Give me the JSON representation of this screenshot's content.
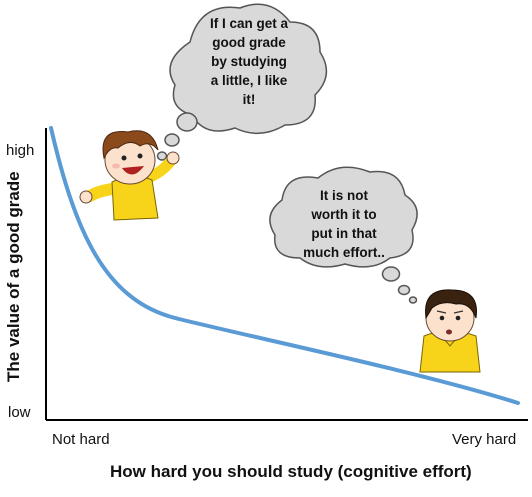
{
  "diagram": {
    "y_axis_title": "The value of a good grade",
    "x_axis_title": "How hard you should study (cognitive effort)",
    "y_tick_high": "high",
    "y_tick_low": "low",
    "x_tick_left": "Not hard",
    "x_tick_right": "Very hard",
    "thought_left": [
      "If I can get a",
      "good grade",
      "by studying",
      "a little, I like",
      "it!"
    ],
    "thought_right": [
      "It is not",
      "worth it to",
      "put in that",
      "much effort.."
    ],
    "colors": {
      "curve": "#5b9bd5",
      "axis": "#000000",
      "bubble_fill": "#d9d9d9",
      "bubble_stroke": "#555555",
      "shirt": "#f7d41a",
      "hair_brown": "#8b4a1c",
      "hair_dark": "#3a2210",
      "skin": "#fce1cc"
    },
    "icons": [
      "happy-boy-illustration",
      "thinking-boy-illustration"
    ]
  }
}
